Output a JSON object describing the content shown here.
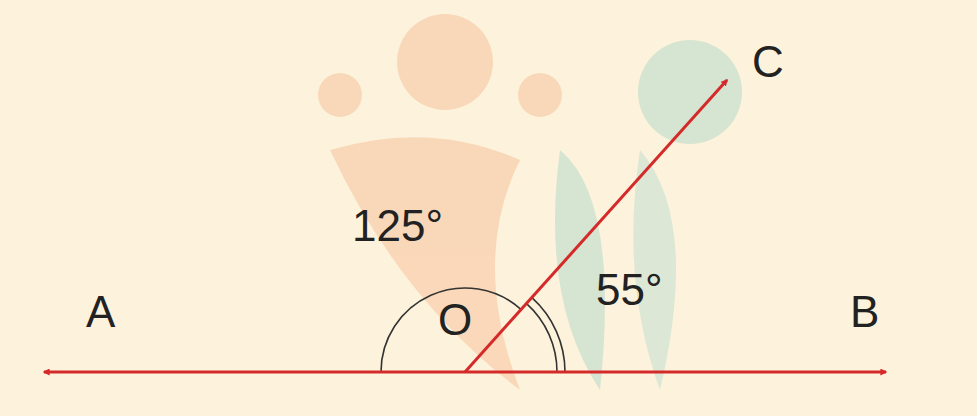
{
  "diagram": {
    "labels": [
      "C",
      "125°",
      "A",
      "O",
      "55°",
      "B"
    ]
  }
}
